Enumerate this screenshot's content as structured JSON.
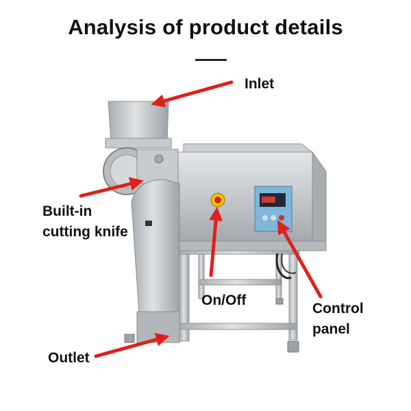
{
  "title": "Analysis of product details",
  "labels": {
    "inlet": "Inlet",
    "cutting_knife": [
      "Built-in",
      "cutting knife"
    ],
    "on_off": "On/Off",
    "control_panel": [
      "Control",
      "panel"
    ],
    "outlet": "Outlet"
  },
  "colors": {
    "arrow": "#e0201c",
    "steel": "#bfc3c6"
  }
}
